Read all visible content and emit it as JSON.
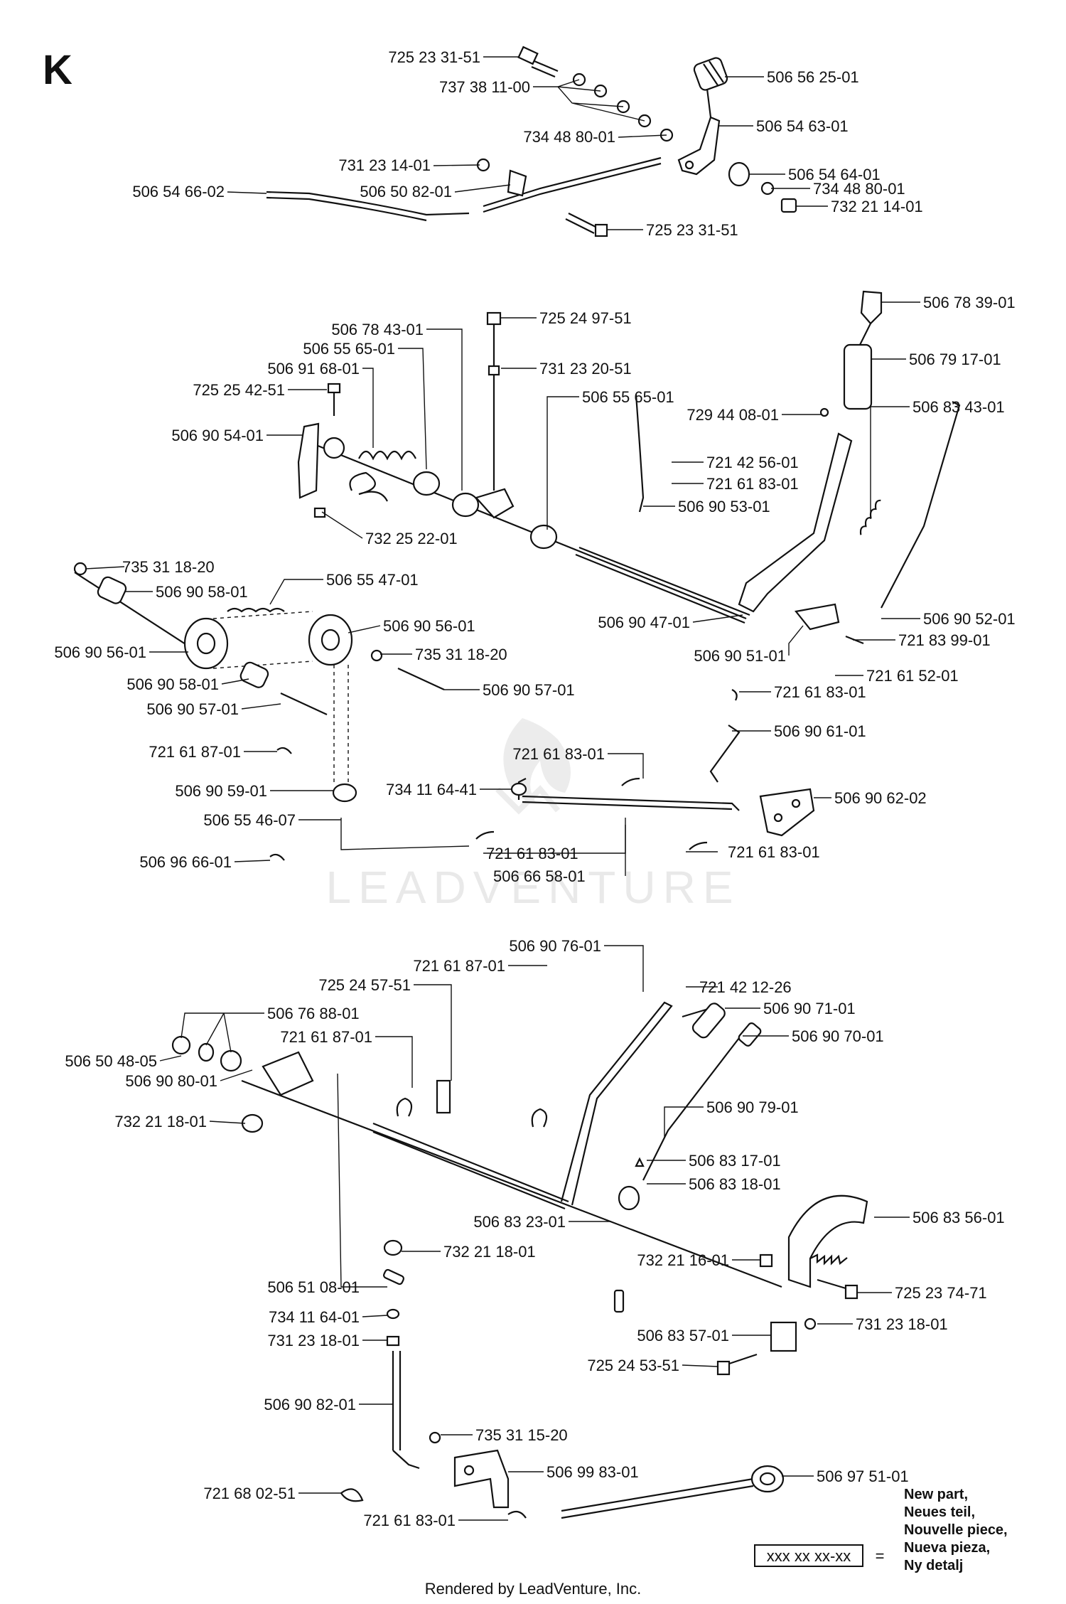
{
  "sheet_letter": "K",
  "watermark": "LEADVENTURE",
  "footer": "Rendered by LeadVenture, Inc.",
  "legend": {
    "box_text": "xxx xx xx-xx",
    "equals": "=",
    "lines": [
      "New part,",
      "Neues teil,",
      "Nouvelle piece,",
      "Nueva pieza,",
      "Ny detalj"
    ]
  },
  "section_top": [
    "725 23 31-51",
    "737 38 11-00",
    "734 48 80-01",
    "731 23 14-01",
    "506 50 82-01",
    "506 54 66-02",
    "506 56 25-01",
    "506 54 63-01",
    "506 54 64-01",
    "734 48 80-01",
    "732 21 14-01",
    "725 23 31-51"
  ],
  "section_middle": [
    "506 78 43-01",
    "506 55 65-01",
    "506 91 68-01",
    "725 25 42-51",
    "506 90 54-01",
    "725 24 97-51",
    "731 23 20-51",
    "506 55 65-01",
    "732 25 22-01",
    "735 31 18-20",
    "506 90 58-01",
    "506 55 47-01",
    "506 90 56-01",
    "506 90 56-01",
    "735 31 18-20",
    "506 90 58-01",
    "506 90 57-01",
    "506 90 57-01",
    "721 61 87-01",
    "506 90 59-01",
    "506 55 46-07",
    "506 96 66-01",
    "506 78 39-01",
    "506 79 17-01",
    "729 44 08-01",
    "506 83 43-01",
    "721 42 56-01",
    "721 61 83-01",
    "506 90 53-01",
    "506 90 47-01",
    "506 90 52-01",
    "506 90 51-01",
    "721 83 99-01",
    "721 61 52-01",
    "721 61 83-01",
    "506 90 61-01",
    "721 61 83-01",
    "734 11 64-41",
    "506 90 62-02",
    "721 61 83-01",
    "721 61 83-01",
    "506 66 58-01"
  ],
  "section_bottom": [
    "506 90 76-01",
    "721 61 87-01",
    "721 42 12-26",
    "725 24 57-51",
    "506 90 71-01",
    "506 76 88-01",
    "506 90 70-01",
    "506 50 48-05",
    "721 61 87-01",
    "506 90 80-01",
    "506 90 79-01",
    "732 21 18-01",
    "506 83 17-01",
    "506 83 18-01",
    "506 83 23-01",
    "506 83 56-01",
    "732 21 18-01",
    "732 21 16-01",
    "506 51 08-01",
    "725 23 74-71",
    "734 11 64-01",
    "731 23 18-01",
    "506 83 57-01",
    "731 23 18-01",
    "725 24 53-51",
    "506 90 82-01",
    "735 31 15-20",
    "506 99 83-01",
    "506 97 51-01",
    "721 68 02-51",
    "721 61 83-01"
  ]
}
